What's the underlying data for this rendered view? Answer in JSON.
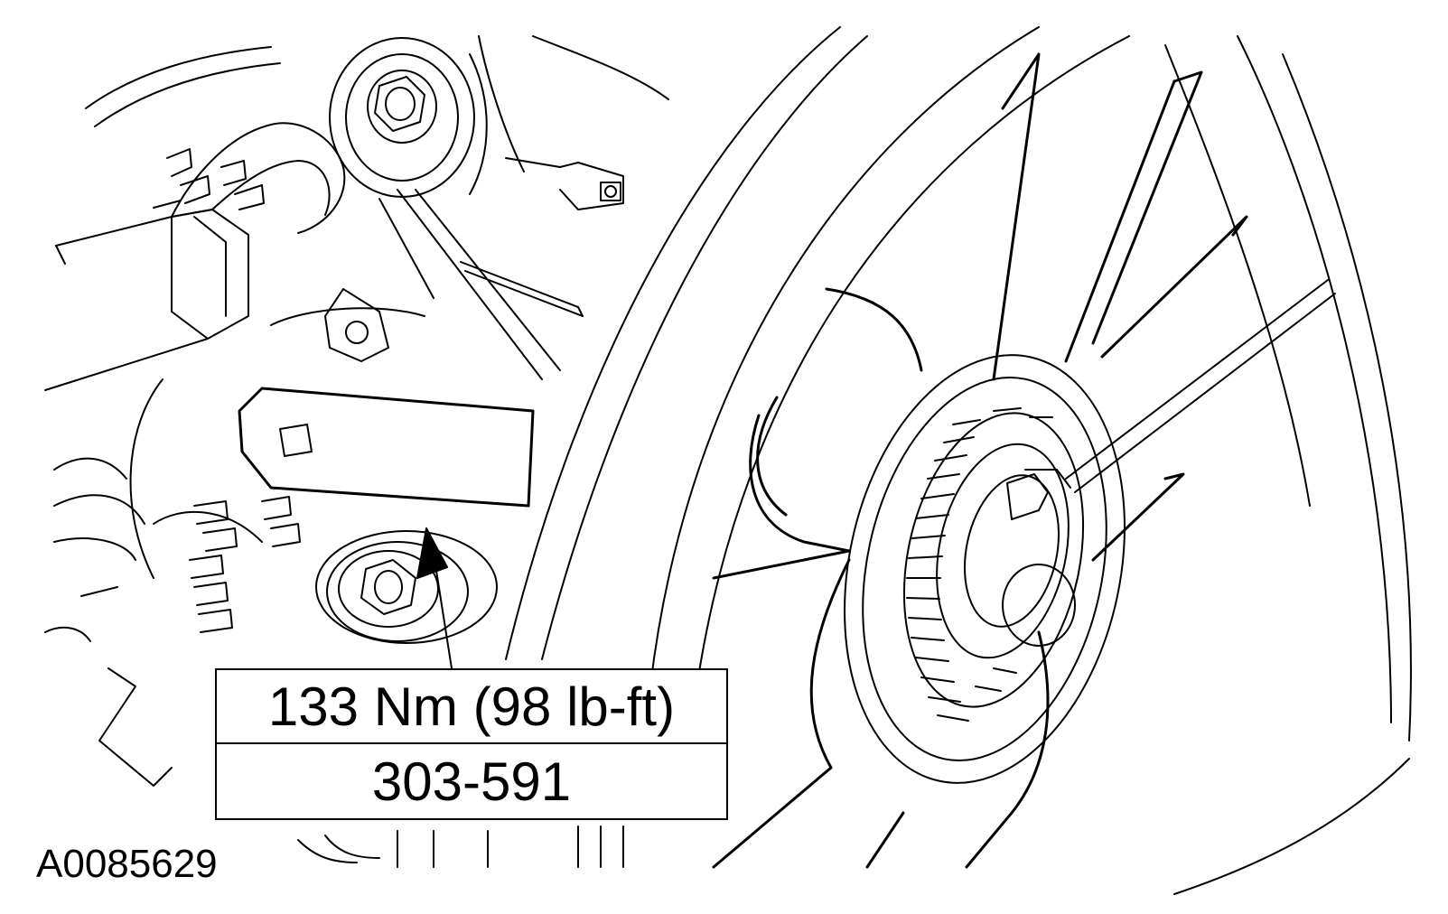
{
  "figure": {
    "torque_spec": "133 Nm (98 lb-ft)",
    "tool_number": "303-591",
    "reference_code": "A0085629"
  },
  "colors": {
    "line": "#000000",
    "background": "#ffffff"
  }
}
